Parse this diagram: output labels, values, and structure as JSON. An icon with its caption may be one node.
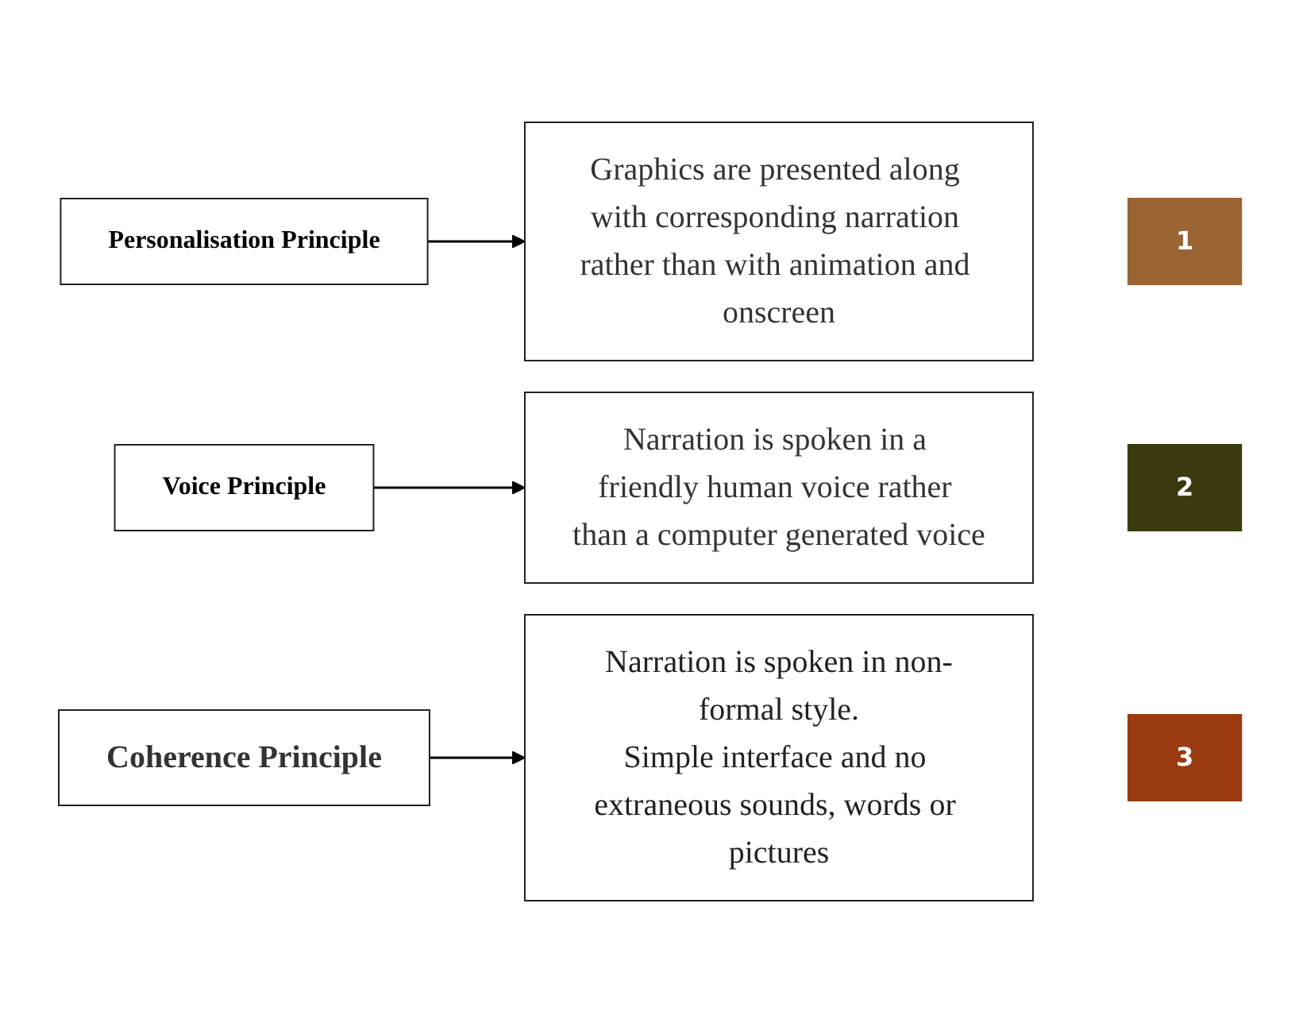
{
  "diagram": {
    "nodes": [
      {
        "text": [
          "Personalisation Principle"
        ]
      },
      {
        "text": [
          "Graphics are presented along with corresponding narration rather than with animation and onscreen"
        ]
      },
      {
        "text": [
          "Voice Principle"
        ]
      },
      {
        "text": [
          "Narration is spoken in a friendly human voice rather than a computer generated voice"
        ]
      },
      {
        "text": [
          "Coherence Principle"
        ]
      },
      {
        "text": [
          "Narration is spoken in non-formal style.",
          "Simple interface and no extraneous sounds, words or pictures"
        ]
      },
      {
        "text": [
          "1"
        ]
      },
      {
        "text": [
          "2"
        ]
      },
      {
        "text": [
          "3"
        ]
      }
    ],
    "edges": [
      {
        "from": 0,
        "to": 1,
        "arrow": "to"
      },
      {
        "from": 2,
        "to": 3,
        "arrow": "to"
      },
      {
        "from": 4,
        "to": 5,
        "arrow": "to"
      }
    ]
  }
}
